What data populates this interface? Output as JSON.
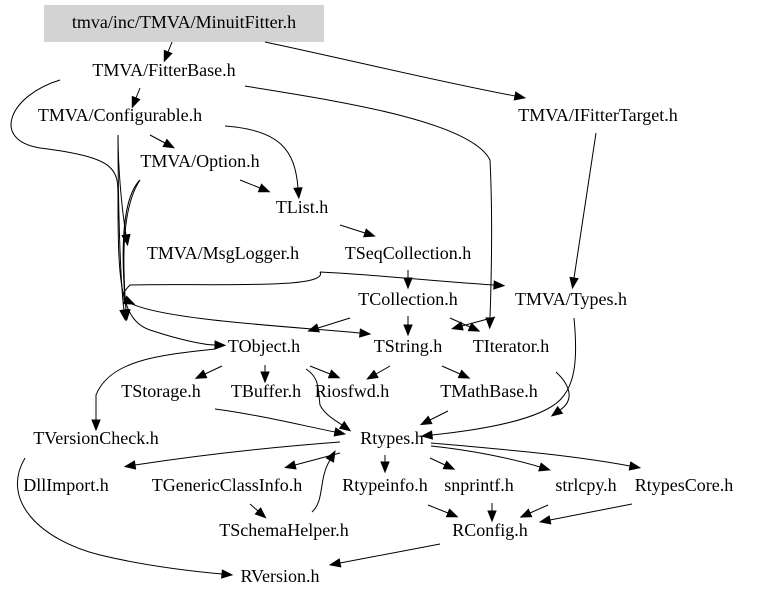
{
  "diagram": {
    "type": "include-dependency-graph",
    "root": "tmva/inc/TMVA/MinuitFitter.h",
    "root_fill": "#d3d3d3",
    "nodes": [
      {
        "id": "root",
        "label": "tmva/inc/TMVA/MinuitFitter.h"
      },
      {
        "id": "fitterbase",
        "label": "TMVA/FitterBase.h"
      },
      {
        "id": "ifittertarget",
        "label": "TMVA/IFitterTarget.h"
      },
      {
        "id": "configurable",
        "label": "TMVA/Configurable.h"
      },
      {
        "id": "option",
        "label": "TMVA/Option.h"
      },
      {
        "id": "tlist",
        "label": "TList.h"
      },
      {
        "id": "msglogger",
        "label": "TMVA/MsgLogger.h"
      },
      {
        "id": "tseqcollection",
        "label": "TSeqCollection.h"
      },
      {
        "id": "tcollection",
        "label": "TCollection.h"
      },
      {
        "id": "types",
        "label": "TMVA/Types.h"
      },
      {
        "id": "tobject",
        "label": "TObject.h"
      },
      {
        "id": "tstring",
        "label": "TString.h"
      },
      {
        "id": "titerator",
        "label": "TIterator.h"
      },
      {
        "id": "tstorage",
        "label": "TStorage.h"
      },
      {
        "id": "tbuffer",
        "label": "TBuffer.h"
      },
      {
        "id": "riosfwd",
        "label": "Riosfwd.h"
      },
      {
        "id": "tmathbase",
        "label": "TMathBase.h"
      },
      {
        "id": "tversioncheck",
        "label": "TVersionCheck.h"
      },
      {
        "id": "rtypes",
        "label": "Rtypes.h"
      },
      {
        "id": "dllimport",
        "label": "DllImport.h"
      },
      {
        "id": "tgenericclassinfo",
        "label": "TGenericClassInfo.h"
      },
      {
        "id": "rtypeinfo",
        "label": "Rtypeinfo.h"
      },
      {
        "id": "snprintf",
        "label": "snprintf.h"
      },
      {
        "id": "strlcpy",
        "label": "strlcpy.h"
      },
      {
        "id": "rtypescore",
        "label": "RtypesCore.h"
      },
      {
        "id": "tschemahelper",
        "label": "TSchemaHelper.h"
      },
      {
        "id": "rconfig",
        "label": "RConfig.h"
      },
      {
        "id": "rversion",
        "label": "RVersion.h"
      }
    ],
    "edges": [
      [
        "root",
        "fitterbase"
      ],
      [
        "root",
        "ifittertarget"
      ],
      [
        "fitterbase",
        "configurable"
      ],
      [
        "fitterbase",
        "titerator"
      ],
      [
        "fitterbase",
        "tobject"
      ],
      [
        "configurable",
        "option"
      ],
      [
        "configurable",
        "tlist"
      ],
      [
        "configurable",
        "msglogger"
      ],
      [
        "configurable",
        "tobject"
      ],
      [
        "option",
        "tlist"
      ],
      [
        "option",
        "tstring"
      ],
      [
        "option",
        "tobject"
      ],
      [
        "tlist",
        "tseqcollection"
      ],
      [
        "msglogger",
        "types"
      ],
      [
        "msglogger",
        "tobject"
      ],
      [
        "tseqcollection",
        "tcollection"
      ],
      [
        "ifittertarget",
        "types"
      ],
      [
        "tcollection",
        "tobject"
      ],
      [
        "tcollection",
        "tstring"
      ],
      [
        "tcollection",
        "titerator"
      ],
      [
        "types",
        "titerator"
      ],
      [
        "types",
        "rtypes"
      ],
      [
        "tobject",
        "tstorage"
      ],
      [
        "tobject",
        "tbuffer"
      ],
      [
        "tobject",
        "riosfwd"
      ],
      [
        "tobject",
        "tversioncheck"
      ],
      [
        "tobject",
        "rtypes"
      ],
      [
        "tstring",
        "riosfwd"
      ],
      [
        "tstring",
        "tmathbase"
      ],
      [
        "tstorage",
        "rtypes"
      ],
      [
        "tmathbase",
        "rtypes"
      ],
      [
        "titerator",
        "rtypes"
      ],
      [
        "tversioncheck",
        "rversion"
      ],
      [
        "rtypes",
        "dllimport"
      ],
      [
        "rtypes",
        "tgenericclassinfo"
      ],
      [
        "rtypes",
        "rtypeinfo"
      ],
      [
        "rtypes",
        "snprintf"
      ],
      [
        "rtypes",
        "strlcpy"
      ],
      [
        "rtypes",
        "rtypescore"
      ],
      [
        "tgenericclassinfo",
        "tschemahelper"
      ],
      [
        "tschemahelper",
        "rtypes"
      ],
      [
        "rtypeinfo",
        "rconfig"
      ],
      [
        "snprintf",
        "rconfig"
      ],
      [
        "strlcpy",
        "rconfig"
      ],
      [
        "rtypescore",
        "rconfig"
      ],
      [
        "rconfig",
        "rversion"
      ]
    ]
  }
}
